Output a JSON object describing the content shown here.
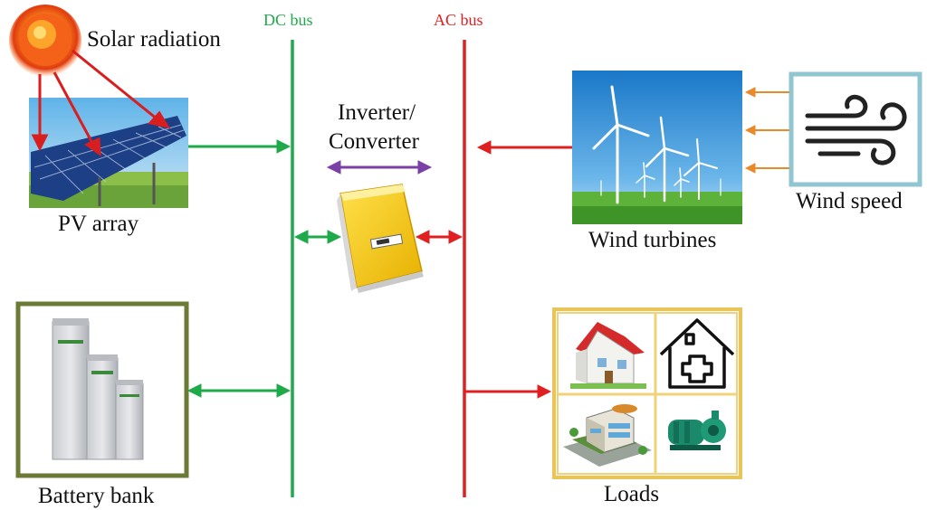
{
  "labels": {
    "solar": "Solar radiation",
    "pv": "PV array",
    "dc_bus": "DC bus",
    "ac_bus": "AC bus",
    "inverter_line1": "Inverter/",
    "inverter_line2": "Converter",
    "wind_turbines": "Wind turbines",
    "wind_speed": "Wind speed",
    "battery": "Battery bank",
    "loads": "Loads"
  },
  "colors": {
    "dc_bus": "#1faa4a",
    "ac_bus": "#e02020",
    "inverter_arrow": "#7b3fa8",
    "wind_arrows": "#e8892a",
    "battery_frame": "#6b7a34",
    "wind_frame": "#8fc6d2",
    "loads_frame": "#e8c45a",
    "inverter_body": "#f2c21a"
  },
  "icons": {
    "sun": "sun-icon",
    "pv": "solar-panel-icon",
    "turbines": "wind-turbine-icon",
    "wind": "wind-icon",
    "battery": "battery-icon",
    "inverter": "inverter-icon",
    "house": "house-icon",
    "hospital": "hospital-icon",
    "building": "building-icon",
    "pump": "water-pump-icon"
  }
}
